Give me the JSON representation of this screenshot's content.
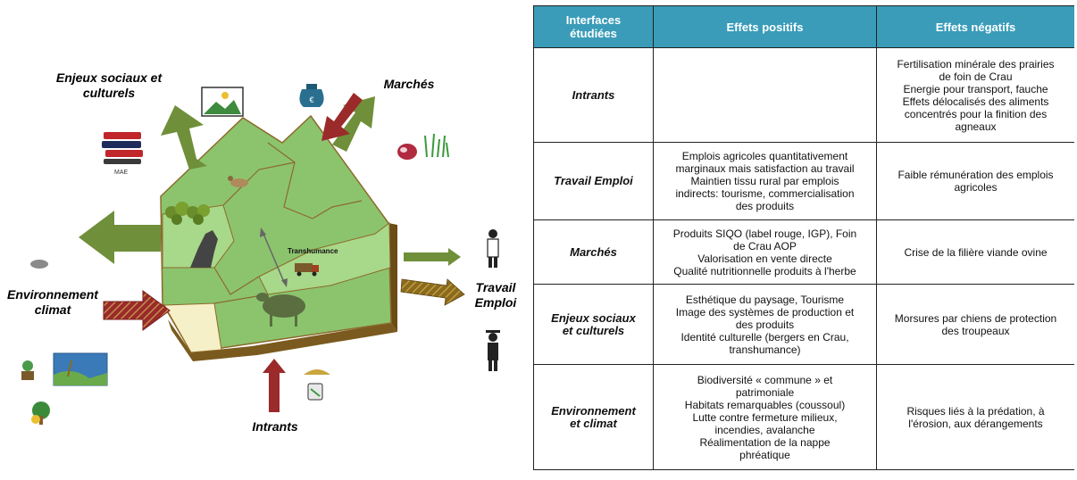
{
  "diagram": {
    "labels": {
      "enjeux": "Enjeux sociaux et\nculturels",
      "marches": "Marchés",
      "environnement": "Environnement\nclimat",
      "travail": "Travail\nEmploi",
      "intrants": "Intrants",
      "transhumance": "Transhumance",
      "mae": "MAE"
    },
    "colors": {
      "arrow_green": "#6f8f3a",
      "arrow_red": "#9b2a2a",
      "field_light": "#a8d88a",
      "field_mid": "#8cc46e",
      "field_border": "#8b6a2a",
      "soil": "#7a5a1e",
      "cream": "#f6f0c8"
    }
  },
  "table": {
    "headers": [
      "Interfaces\nétudiées",
      "Effets positifs",
      "Effets négatifs"
    ],
    "rows": [
      {
        "interface": "Intrants",
        "positive": "",
        "negative": "Fertilisation minérale des prairies\nde foin de Crau\nEnergie pour transport, fauche\nEffets délocalisés des aliments\nconcentrés pour la finition des\nagneaux"
      },
      {
        "interface": "Travail Emploi",
        "positive": "Emplois agricoles quantitativement\nmarginaux mais satisfaction au travail\nMaintien tissu rural par emplois\nindirects: tourisme, commercialisation\ndes produits",
        "negative": "Faible rémunération des emplois\nagricoles"
      },
      {
        "interface": "Marchés",
        "positive": "Produits SIQO (label rouge, IGP), Foin\nde Crau AOP\nValorisation en vente directe\nQualité nutritionnelle produits à l'herbe",
        "negative": "Crise de la filière viande ovine"
      },
      {
        "interface": "Enjeux sociaux\net culturels",
        "positive": "Esthétique du paysage, Tourisme\nImage des systèmes de production et\ndes produits\nIdentité culturelle (bergers en Crau,\ntranshumance)",
        "negative": "Morsures par chiens de protection\ndes troupeaux"
      },
      {
        "interface": "Environnement\net climat",
        "positive": "Biodiversité « commune » et\npatrimoniale\nHabitats remarquables (coussoul)\nLutte contre fermeture milieux,\nincendies, avalanche\nRéalimentation de la nappe\nphréatique",
        "negative": "Risques liés à la prédation, à\nl'érosion, aux dérangements"
      }
    ]
  }
}
